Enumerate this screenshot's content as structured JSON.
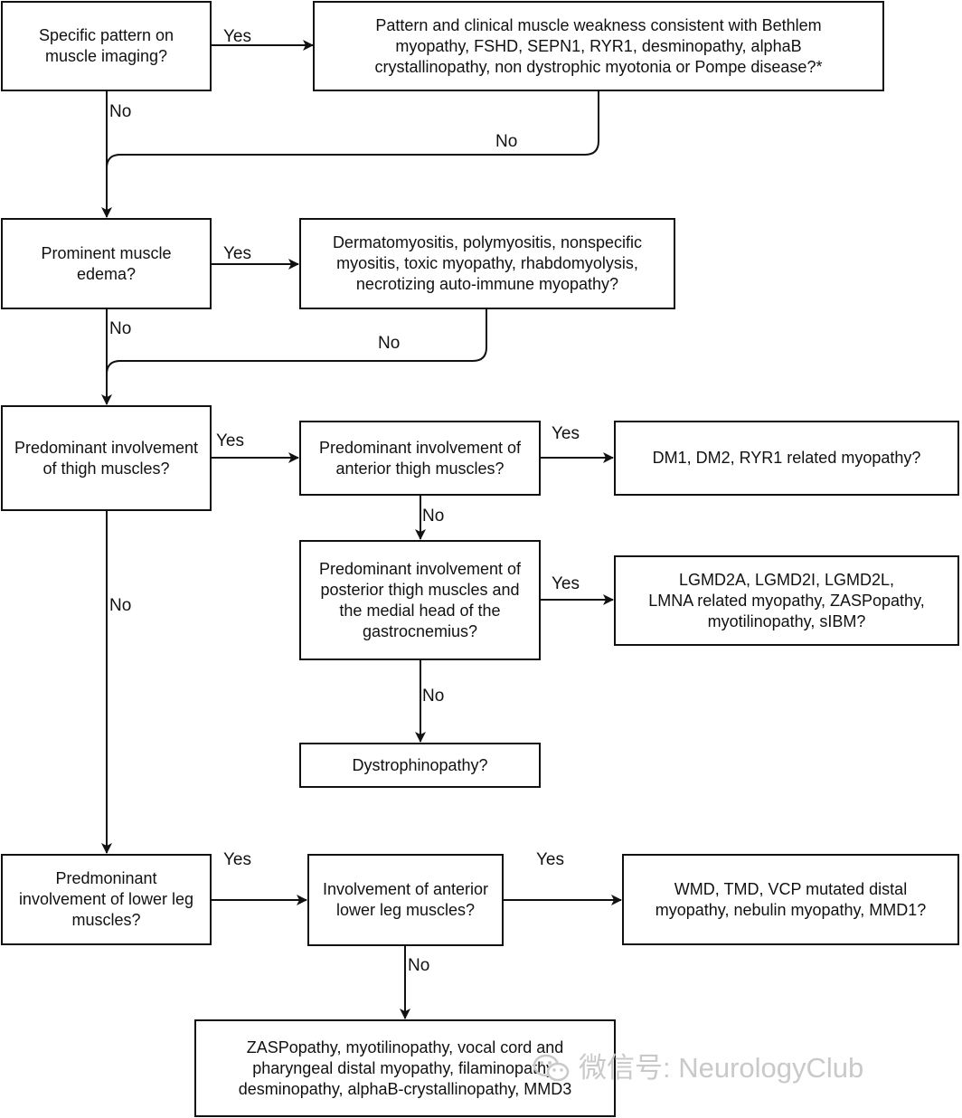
{
  "nodes": {
    "q_imaging": [
      "Specific pattern on",
      "muscle imaging?"
    ],
    "r_pattern": [
      "Pattern and clinical muscle weakness consistent with Bethlem",
      "myopathy, FSHD, SEPN1, RYR1, desminopathy, alphaB",
      "crystallinopathy, non dystrophic myotonia or Pompe disease?*"
    ],
    "q_edema": [
      "Prominent muscle",
      "edema?"
    ],
    "r_edema": [
      "Dermatomyositis, polymyositis, nonspecific",
      "myositis, toxic myopathy, rhabdomyolysis,",
      "necrotizing auto-immune myopathy?"
    ],
    "q_thigh": [
      "Predominant involvement",
      "of thigh muscles?"
    ],
    "q_ant_thigh": [
      "Predominant involvement of",
      "anterior thigh muscles?"
    ],
    "r_dm": [
      "DM1, DM2, RYR1 related myopathy?"
    ],
    "q_post_thigh": [
      "Predominant involvement of",
      "posterior thigh muscles and",
      "the medial head of the",
      "gastrocnemius?"
    ],
    "r_lgmd": [
      "LGMD2A, LGMD2I, LGMD2L,",
      "LMNA related myopathy, ZASPopathy,",
      "myotilinopathy, sIBM?"
    ],
    "r_dys": [
      "Dystrophinopathy?"
    ],
    "q_lowerleg": [
      "Predmoninant",
      "involvement of lower leg",
      "muscles?"
    ],
    "q_ant_lowerleg": [
      "Involvement of anterior",
      "lower leg muscles?"
    ],
    "r_wmd": [
      "WMD, TMD, VCP mutated distal",
      "myopathy, nebulin myopathy, MMD1?"
    ],
    "r_zasp": [
      "ZASPopathy, myotilinopathy, vocal cord and",
      "pharyngeal distal myopathy, filaminopathy,",
      "desminopathy, alphaB-crystallinopathy, MMD3"
    ]
  },
  "edge_labels": {
    "imaging_yes": "Yes",
    "imaging_no": "No",
    "pattern_no": "No",
    "edema_yes": "Yes",
    "edema_no": "No",
    "edema_result_no": "No",
    "thigh_yes": "Yes",
    "thigh_no": "No",
    "ant_thigh_yes": "Yes",
    "ant_thigh_no": "No",
    "post_thigh_yes": "Yes",
    "post_thigh_no": "No",
    "lowerleg_yes": "Yes",
    "ant_lowerleg_yes": "Yes",
    "ant_lowerleg_no": "No"
  },
  "watermark": "微信号: NeurologyClub"
}
